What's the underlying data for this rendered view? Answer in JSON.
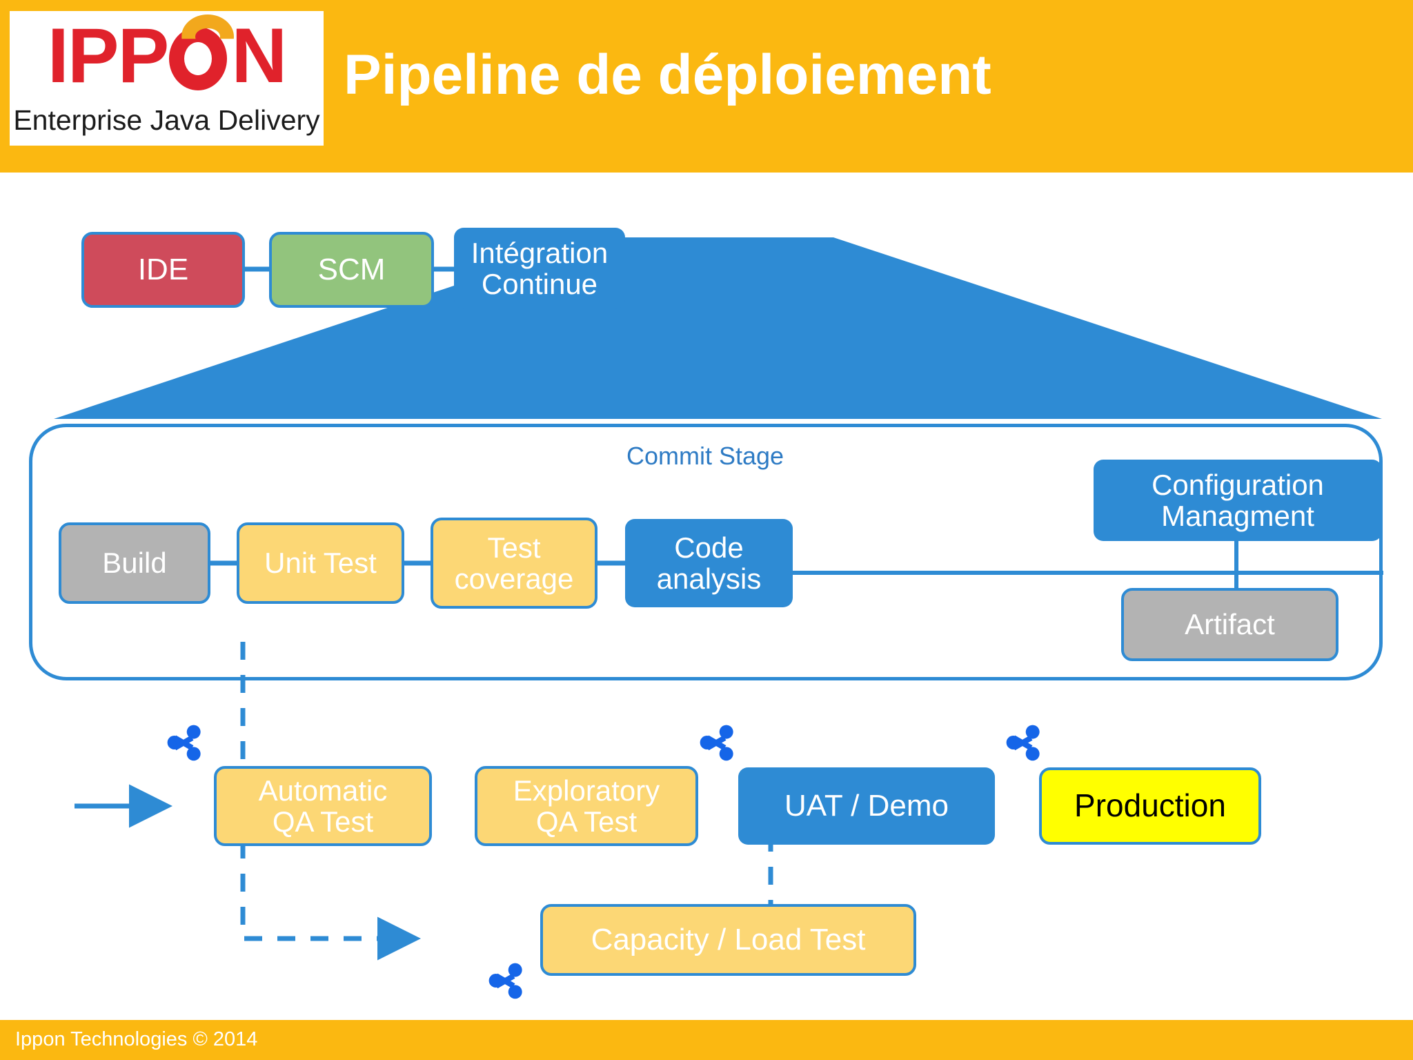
{
  "header": {
    "logo": {
      "word_left": "IPP",
      "word_o": "O",
      "word_right": "N",
      "tagline": "Enterprise Java Delivery"
    },
    "title": "Pipeline de déploiement",
    "bar_color": "#FBB811"
  },
  "footer": {
    "text": "Ippon Technologies © 2014",
    "bar_color": "#FBB811"
  },
  "colors": {
    "accent_blue": "#2E8BD4",
    "red": "#CF4B5B",
    "green": "#92C47D",
    "gray": "#B3B3B3",
    "amber": "#FCD775",
    "yellow": "#FFFF00",
    "label_blue": "#2E7BC4"
  },
  "top_row": {
    "nodes": [
      {
        "id": "ide",
        "label": "IDE",
        "color": "red"
      },
      {
        "id": "scm",
        "label": "SCM",
        "color": "green"
      },
      {
        "id": "ci",
        "label": "Intégration\nContinue",
        "color": "blue"
      }
    ]
  },
  "commit_stage": {
    "label": "Commit Stage",
    "nodes": [
      {
        "id": "build",
        "label": "Build",
        "color": "gray"
      },
      {
        "id": "unit-test",
        "label": "Unit Test",
        "color": "amber"
      },
      {
        "id": "test-coverage",
        "label": "Test\ncoverage",
        "color": "amber"
      },
      {
        "id": "code-analysis",
        "label": "Code\nanalysis",
        "color": "blue"
      },
      {
        "id": "config-mgmt",
        "label": "Configuration\nManagment",
        "color": "blue"
      },
      {
        "id": "artifact",
        "label": "Artifact",
        "color": "gray"
      }
    ]
  },
  "delivery_row": {
    "nodes": [
      {
        "id": "automatic-qa-test",
        "label": "Automatic\nQA Test",
        "color": "amber"
      },
      {
        "id": "exploratory-qa-test",
        "label": "Exploratory\nQA Test",
        "color": "amber"
      },
      {
        "id": "uat-demo",
        "label": "UAT / Demo",
        "color": "blue"
      },
      {
        "id": "production",
        "label": "Production",
        "color": "yellow"
      }
    ]
  },
  "load_row": {
    "nodes": [
      {
        "id": "capacity-load-test",
        "label": "Capacity / Load Test",
        "color": "amber"
      }
    ]
  },
  "icons": {
    "share_label": "share-icon",
    "count": 4
  }
}
